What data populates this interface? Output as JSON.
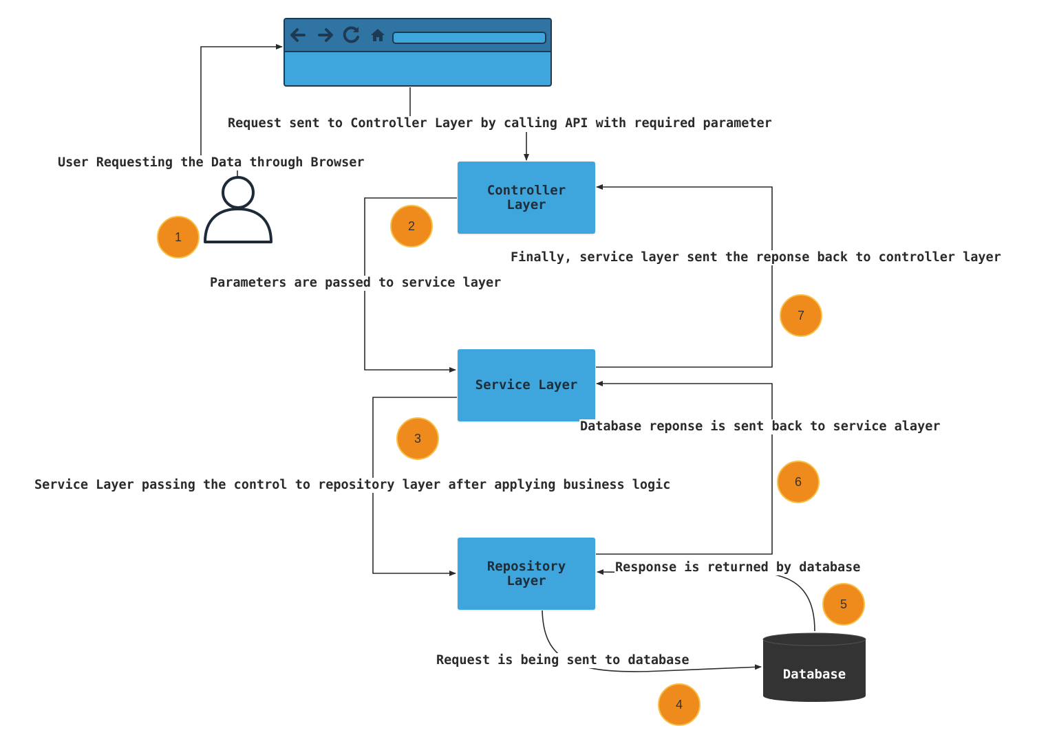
{
  "diagram": {
    "boxes": {
      "controller": "Controller\nLayer",
      "service": "Service Layer",
      "repository": "Repository\nLayer",
      "database": "Database"
    },
    "labels": {
      "user_request": "User Requesting the Data through Browser",
      "request_controller": "Request sent to Controller Layer by calling API with required parameter",
      "params_service": "Parameters are passed to service layer",
      "finally_response": "Finally, service layer sent the reponse back to controller layer",
      "service_repository": "Service Layer passing the control to repository layer after applying business logic",
      "db_response_service": "Database reponse is sent back to service alayer",
      "response_returned": "Response is returned by database",
      "request_db": "Request is being sent to database"
    },
    "steps": [
      "1",
      "2",
      "3",
      "4",
      "5",
      "6",
      "7"
    ],
    "colors": {
      "box": "#3ea6dc",
      "badge": "#ef8a1d",
      "browser_bar": "#2f74a3",
      "database": "#333333"
    },
    "icons": {
      "browser": "browser-window-icon",
      "user": "user-icon",
      "back": "arrow-left-icon",
      "forward": "arrow-right-icon",
      "reload": "reload-icon",
      "home": "home-icon"
    }
  }
}
